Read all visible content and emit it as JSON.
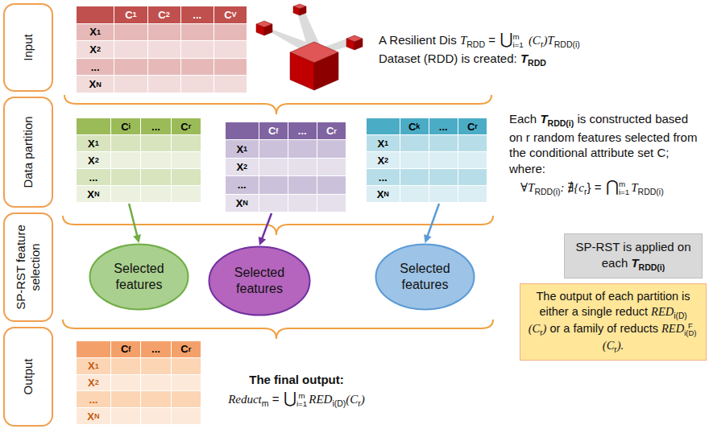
{
  "diagram": {
    "nodes": [
      {
        "text": [
          "Input"
        ]
      },
      {
        "text": [
          "C",
          "1",
          "C",
          "2",
          "...",
          "C",
          "V",
          "X",
          "1",
          "X",
          "2",
          "...",
          "X",
          "N"
        ]
      },
      {
        "text": [
          "Data partition"
        ]
      },
      {
        "text": [
          "C",
          "i",
          "...",
          "C",
          "r",
          "X",
          "1",
          "X",
          "2",
          "...",
          "X",
          "N"
        ]
      },
      {
        "text": [
          "C",
          "f",
          "...",
          "C",
          "r",
          "X",
          "1",
          "X",
          "2",
          "...",
          "X",
          "N"
        ]
      },
      {
        "text": [
          "C",
          "k",
          "...",
          "C",
          "r",
          "X",
          "1",
          "X",
          "2",
          "...",
          "X",
          "N"
        ]
      },
      {
        "text": [
          "SP-RST feature selection"
        ]
      },
      {
        "text": [
          "Selected features"
        ]
      },
      {
        "text": [
          "Selected features"
        ]
      },
      {
        "text": [
          "Selected features"
        ]
      },
      {
        "text": [
          "SP-RST is applied on each",
          "T",
          "RDD(i)"
        ]
      },
      {
        "text": [
          "The output of each partition is either a single reduct",
          "RED",
          "i(D)",
          "(C",
          "r",
          ")",
          "or a family of reducts",
          "RED",
          "F",
          "i(D)",
          "(C",
          "r",
          ")."
        ]
      },
      {
        "text": [
          "Output"
        ]
      },
      {
        "text": [
          "C",
          "f",
          "...",
          "C",
          "r",
          "X",
          "1",
          "X",
          "2",
          "...",
          "X",
          "N"
        ]
      }
    ],
    "edges": [
      {
        "from": 3,
        "to": 7,
        "arrow": "to"
      },
      {
        "from": 4,
        "to": 8,
        "arrow": "to"
      },
      {
        "from": 5,
        "to": 9,
        "arrow": "to"
      }
    ],
    "labels": [
      "A Resilient Dis",
      "T",
      "RDD",
      "=",
      "⋃",
      "m",
      "i=1",
      "(C",
      "r",
      ")T",
      "RDD(i)",
      "Dataset (RDD) is created:",
      "T",
      "RDD",
      "Each",
      "T",
      "RDD(i)",
      "is constructed based on r random features selected from the conditional attribute set C; where:",
      "∀T",
      "RDD(i)",
      ": ∄{c",
      "r",
      "} =",
      "⋂",
      "m",
      "i=1",
      "T",
      "RDD(i)",
      "The final output:",
      "Reduct",
      "m",
      "=",
      "⋃",
      "m",
      "i=1",
      "RED",
      "i(D)",
      "(C",
      "r",
      ")"
    ]
  }
}
